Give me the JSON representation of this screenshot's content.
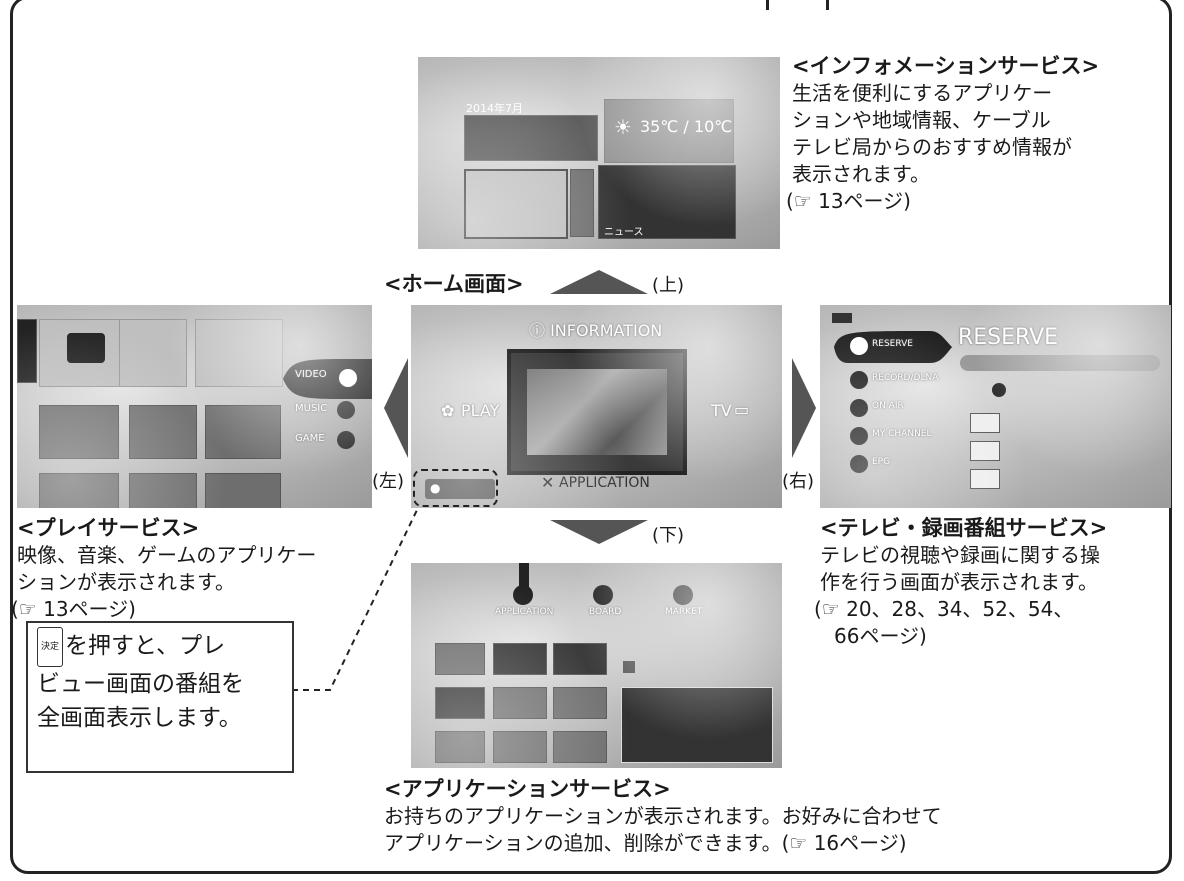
{
  "home": {
    "label": "<ホーム画面>",
    "information": "ⓘ INFORMATION",
    "play": "PLAY",
    "tv": "TV",
    "application": "APPLICATION",
    "direction_up": "(上)",
    "direction_down": "(下)",
    "direction_left": "(左)",
    "direction_right": "(右)"
  },
  "info": {
    "heading": "<インフォメーションサービス>",
    "line1": "生活を便利にするアプリケー",
    "line2": "ションや地域情報、ケーブル",
    "line3": "テレビ局からのおすすめ情報が",
    "line4": "表示されます。",
    "ref": "(☞ 13ページ)",
    "calendar_year": "2014年7月",
    "news": "ニュース"
  },
  "play": {
    "heading": "<プレイサービス>",
    "line1": "映像、音楽、ゲームのアプリケー",
    "line2": "ションが表示されます。",
    "ref": "(☞ 13ページ)",
    "menu": [
      "VIDEO",
      "MUSIC",
      "GAME"
    ]
  },
  "tv": {
    "heading": "<テレビ・録画番組サービス>",
    "line1": "テレビの視聴や録画に関する操",
    "line2": "作を行う画面が表示されます。",
    "ref1": "(☞ 20、28、34、52、54、",
    "ref2": "66ページ)",
    "title": "RESERVE",
    "menu": [
      "RESERVE",
      "RECORD/DLNA",
      "ON AIR",
      "MY CHANNEL",
      "EPG"
    ]
  },
  "app": {
    "heading": "<アプリケーションサービス>",
    "line1": "お持ちのアプリケーションが表示されます。お好みに合わせて",
    "line2": "アプリケーションの追加、削除ができます。(☞ 16ページ)",
    "tabs": [
      "APPLICATION",
      "BOARD",
      "MARKET"
    ]
  },
  "note": {
    "key": "決定",
    "line1": "を押すと、プレ",
    "line2": "ビュー画面の番組を",
    "line3": "全画面表示します。"
  }
}
